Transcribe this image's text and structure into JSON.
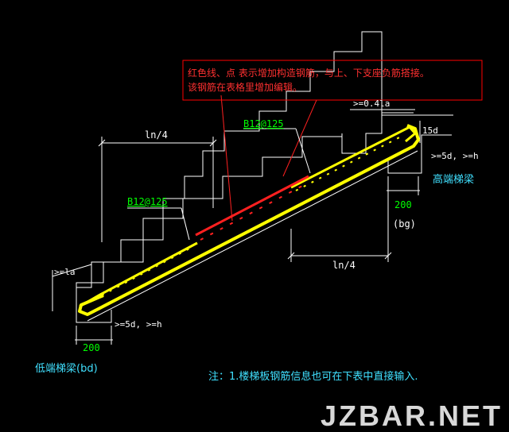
{
  "note_box": {
    "line1": "红色线、点 表示增加构造钢筋，与上、下支座负筋搭接。",
    "line2": "该钢筋在表格里增加编辑。"
  },
  "labels": {
    "ln4_top": "ln/4",
    "ln4_bottom": "ln/4",
    "rebar_top": "B12@125",
    "rebar_left": "B12@125",
    "anchor_04la": ">=0.4la",
    "lap_15d": "15d",
    "anchor_5d_right": ">=5d, >=h",
    "anchor_5d_left": ">=5d, >=h",
    "anchor_la": ">=la",
    "high_beam": "高端梯梁",
    "dim_200_right": "200",
    "bg": "(bg)",
    "low_beam": "低端梯梁(bd)",
    "dim_200_left": "200",
    "footnote": "注：1.楼梯板钢筋信息也可在下表中直接输入.",
    "watermark": "JZBAR.NET"
  },
  "colors": {
    "background": "#000000",
    "outline": "#ffffff",
    "rebar": "#ffff00",
    "added_rebar": "#ff2020",
    "note_border": "#ff0000",
    "note_text": "#ff3030",
    "cyan_text": "#40e0ff",
    "green_text": "#00ff00",
    "dim_text": "#ffffff",
    "watermark": "#d8d8d8"
  }
}
